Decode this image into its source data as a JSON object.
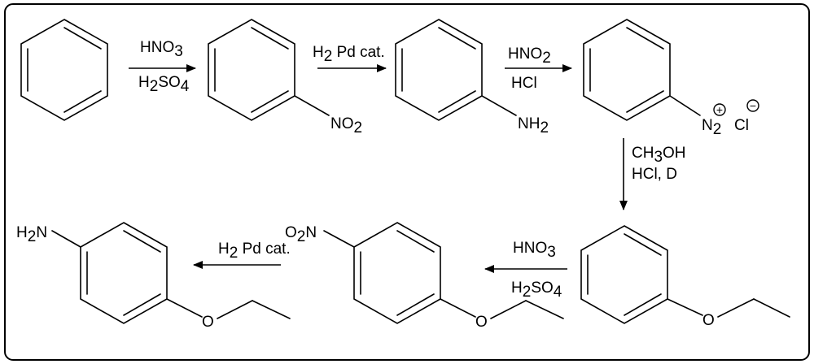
{
  "scheme": {
    "step1": {
      "line1": {
        "pre": "HNO",
        "sub": "3"
      },
      "line2": {
        "pre": "H",
        "sub": "2",
        "mid": "SO",
        "sub2": "4"
      }
    },
    "step2": {
      "line1": {
        "pre": "H",
        "sub": "2",
        "post": " Pd cat."
      }
    },
    "step3": {
      "line1": {
        "pre": "HNO",
        "sub": "2"
      },
      "line2": {
        "text": "HCl"
      }
    },
    "step4": {
      "line1": {
        "pre": "CH",
        "sub": "3",
        "post": "OH"
      },
      "line2": {
        "text": "HCl, D"
      }
    },
    "step5": {
      "line1": {
        "pre": "HNO",
        "sub": "3"
      },
      "line2": {
        "pre": "H",
        "sub": "2",
        "mid": "SO",
        "sub2": "4"
      }
    },
    "step6": {
      "line1": {
        "pre": "H",
        "sub": "2",
        "post": " Pd cat."
      }
    },
    "labels": {
      "nitro": {
        "pre": "NO",
        "sub": "2"
      },
      "amine": {
        "pre": "NH",
        "sub": "2"
      },
      "diazonium": {
        "pre": "N",
        "sub": "2",
        "charge_pos": "+",
        "counter": "Cl",
        "charge_neg": "−"
      },
      "ether_o_1": "O",
      "nitro_para": {
        "pre": "O",
        "sub": "2",
        "post": "N"
      },
      "ether_o_2": "O",
      "amine_para": {
        "pre": "H",
        "sub": "2",
        "post": "N"
      },
      "ether_o_3": "O"
    }
  }
}
